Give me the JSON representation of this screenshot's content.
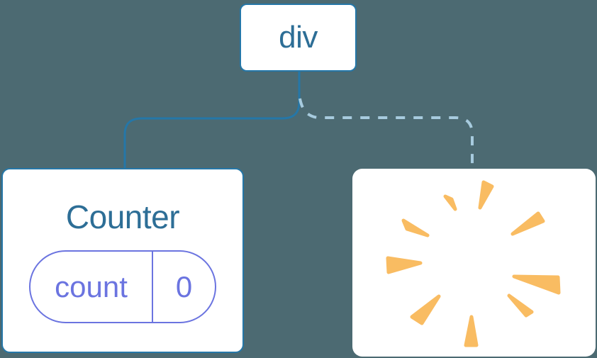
{
  "colors": {
    "bg": "#4C6A72",
    "line-blue": "#2577A8",
    "text-blue": "#2D6E96",
    "dash-blue": "#A7CBDE",
    "pill-purple": "#6B74E0",
    "burst-orange": "#F9BC62",
    "box-white": "#FFFFFF"
  },
  "diagram": {
    "root_node": {
      "label": "div"
    },
    "counter_node": {
      "title": "Counter",
      "state_pill": {
        "key": "count",
        "value": "0"
      }
    },
    "destroyed_node": {
      "icon": "starburst-icon"
    }
  }
}
